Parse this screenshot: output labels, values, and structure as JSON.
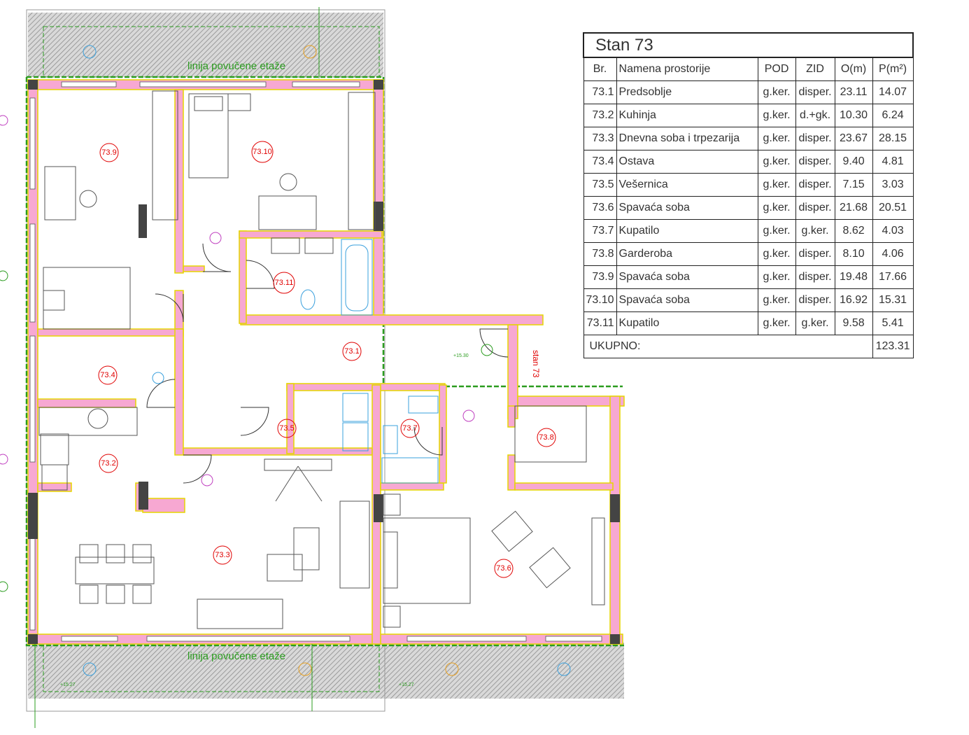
{
  "plan": {
    "apartment_label": "stan 73",
    "balcony_label_top": "linija povučene etaže",
    "balcony_label_bottom": "linija povučene etaže",
    "level_mark": "+15.30",
    "balcony_level_marks": [
      "+15.27",
      "+15.27"
    ],
    "room_tags": [
      "73.1",
      "73.2",
      "73.3",
      "73.4",
      "73.5",
      "73.6",
      "73.7",
      "73.8",
      "73.9",
      "73.10",
      "73.11"
    ],
    "colors": {
      "wall_fill": "#f7a8d2",
      "wall_outline": "#e6d600",
      "balcony_hatch": "#9a9a9a",
      "green_line": "#2b9c1f",
      "tag_red": "#e00000",
      "fixture_blue": "#3aa0dd"
    }
  },
  "table": {
    "title": "Stan 73",
    "headers": {
      "br": "Br.",
      "name": "Namena prostorije",
      "pod": "POD",
      "zid": "ZID",
      "o": "O(m)",
      "p": "P(m²)"
    },
    "rows": [
      {
        "br": "73.1",
        "name": "Predsoblje",
        "pod": "g.ker.",
        "zid": "disper.",
        "o": "23.11",
        "p": "14.07"
      },
      {
        "br": "73.2",
        "name": "Kuhinja",
        "pod": "g.ker.",
        "zid": "d.+gk.",
        "o": "10.30",
        "p": "6.24"
      },
      {
        "br": "73.3",
        "name": "Dnevna soba i trpezarija",
        "pod": "g.ker.",
        "zid": "disper.",
        "o": "23.67",
        "p": "28.15"
      },
      {
        "br": "73.4",
        "name": "Ostava",
        "pod": "g.ker.",
        "zid": "disper.",
        "o": "9.40",
        "p": "4.81"
      },
      {
        "br": "73.5",
        "name": "Vešernica",
        "pod": "g.ker.",
        "zid": "disper.",
        "o": "7.15",
        "p": "3.03"
      },
      {
        "br": "73.6",
        "name": "Spavaća soba",
        "pod": "g.ker.",
        "zid": "disper.",
        "o": "21.68",
        "p": "20.51"
      },
      {
        "br": "73.7",
        "name": "Kupatilo",
        "pod": "g.ker.",
        "zid": "g.ker.",
        "o": "8.62",
        "p": "4.03"
      },
      {
        "br": "73.8",
        "name": "Garderoba",
        "pod": "g.ker.",
        "zid": "disper.",
        "o": "8.10",
        "p": "4.06"
      },
      {
        "br": "73.9",
        "name": "Spavaća soba",
        "pod": "g.ker.",
        "zid": "disper.",
        "o": "19.48",
        "p": "17.66"
      },
      {
        "br": "73.10",
        "name": "Spavaća soba",
        "pod": "g.ker.",
        "zid": "disper.",
        "o": "16.92",
        "p": "15.31"
      },
      {
        "br": "73.11",
        "name": "Kupatilo",
        "pod": "g.ker.",
        "zid": "g.ker.",
        "o": "9.58",
        "p": "5.41"
      }
    ],
    "total_label": "UKUPNO:",
    "total_value": "123.31"
  }
}
